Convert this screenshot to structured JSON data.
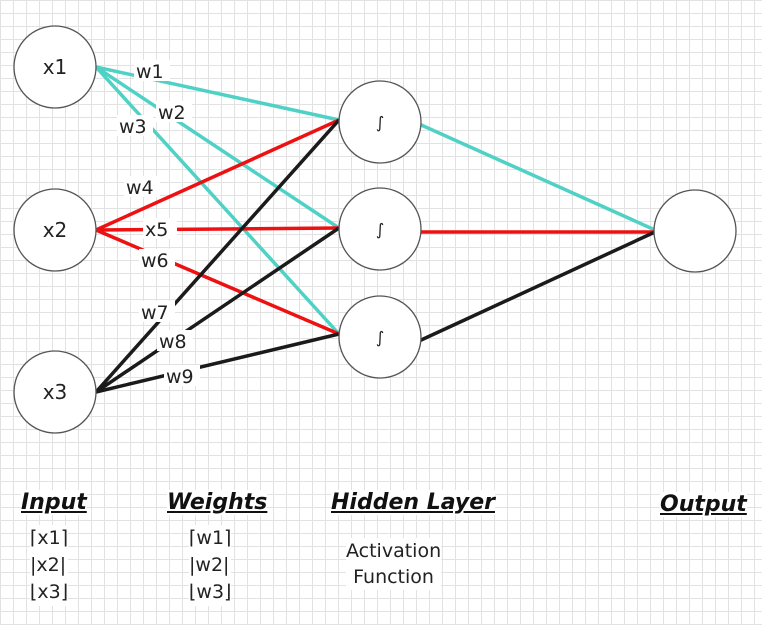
{
  "colors": {
    "input_to_hidden_x1": "#4fd1c5",
    "input_to_hidden_x2": "#ee1111",
    "input_to_hidden_x3": "#1b1b1b",
    "hidden_to_output_top": "#4fd1c5",
    "hidden_to_output_mid": "#ee1111",
    "hidden_to_output_bottom": "#1b1b1b"
  },
  "inputs": [
    "x1",
    "x2",
    "x3"
  ],
  "hidden_nodes": [
    "∫",
    "∫",
    "∫"
  ],
  "weights": [
    "w1",
    "w2",
    "w3",
    "w4",
    "x5",
    "w6",
    "w7",
    "w8",
    "w9"
  ],
  "legend": {
    "input_heading": "Input",
    "weights_heading": "Weights",
    "hidden_heading": "Hidden Layer",
    "output_heading": "Output",
    "input_vector": [
      "⌈x1⌉",
      "|x2|",
      "⌊x3⌋"
    ],
    "weights_vector": [
      "⌈w1⌉",
      "|w2|",
      "⌊w3⌋"
    ],
    "hidden_caption_line1": "Activation",
    "hidden_caption_line2": "Function"
  }
}
